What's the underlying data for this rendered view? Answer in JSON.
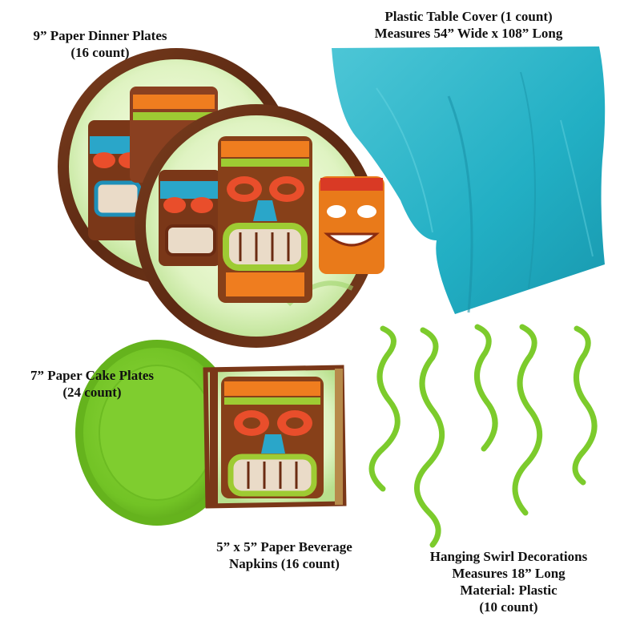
{
  "products": {
    "dinner_plates": {
      "line1": "9” Paper Dinner Plates",
      "line2": "(16 count)"
    },
    "table_cover": {
      "line1": "Plastic Table Cover (1 count)",
      "line2": "Measures 54” Wide x 108” Long",
      "color": "#27b5c9"
    },
    "cake_plates": {
      "line1": "7” Paper Cake Plates",
      "line2": "(24 count)",
      "color": "#7ccb2c"
    },
    "napkins": {
      "line1": "5” x 5” Paper Beverage",
      "line2": "Napkins (16 count)"
    },
    "swirls": {
      "line1": "Hanging Swirl Decorations",
      "line2": "Measures 18” Long",
      "line3": "Material: Plastic",
      "line4": "(10 count)",
      "color": "#7ccb2c"
    }
  }
}
